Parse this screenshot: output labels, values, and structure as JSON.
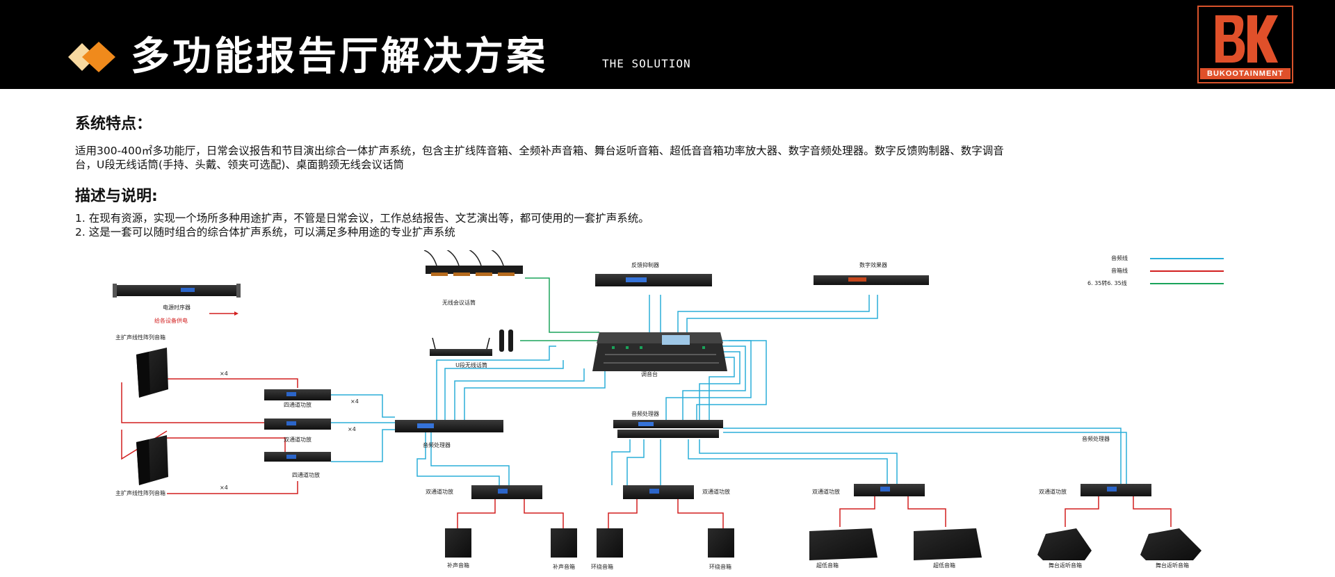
{
  "header": {
    "title": "多功能报告厅解决方案",
    "subtitle": "THE SOLUTION",
    "logo_text": "BUKOOTAINMENT",
    "logo_mark": "BK"
  },
  "section1": {
    "heading": "系统特点：",
    "body_line1": "适用300-400㎡多功能厅，日常会议报告和节目演出综合一体扩声系统，包含主扩线阵音箱、全频补声音箱、舞台返听音箱、超低音音箱功率放大器、数字音频处理器。数字反馈购制器、数字调音",
    "body_line2": "台，U段无线话筒(手持、头戴、领夹可选配)、桌面鹅颈无线会议话筒"
  },
  "section2": {
    "heading": "描述与说明:",
    "item1": "1. 在现有资源，实现一个场所多种用途扩声，不管是日常会议，工作总结报告、文艺演出等，都可使用的一套扩声系统。",
    "item2": "2. 这是一套可以随时组合的综合体扩声系统，可以满足多种用途的专业扩声系统"
  },
  "legend": {
    "items": [
      {
        "label": "音频线",
        "color": "#2aaed9"
      },
      {
        "label": "音箱线",
        "color": "#d21f1f"
      },
      {
        "label": "6. 35转6. 35线",
        "color": "#1aa35a"
      }
    ]
  },
  "diagram": {
    "power_sequencer": "电源时序器",
    "power_note": "给各设备供电",
    "main_speaker_top": "主扩声线性阵列音箱",
    "main_speaker_bottom": "主扩声线性阵列音箱",
    "amp_4ch_top": "四通道功放",
    "amp_2ch_mid": "双通道功放",
    "amp_4ch_bottom": "四通道功放",
    "processor_left": "音频处理器",
    "wireless_conf_mic": "无线会议话筒",
    "uhf_mic": "U段无线话筒",
    "feedback_suppressor": "反馈抑制器",
    "effects_unit": "数字效果器",
    "mixer": "调音台",
    "processor_center": "音频处理器",
    "processor_right": "音频处理器",
    "amp_b1": "双通道功放",
    "amp_b2": "双通道功放",
    "amp_b3": "双通道功放",
    "amp_b4": "双通道功放",
    "spk_fill_1": "补声音箱",
    "spk_fill_2": "补声音箱",
    "spk_surround_1": "环绕音箱",
    "spk_surround_2": "环绕音箱",
    "spk_sub_1": "超低音箱",
    "spk_sub_2": "超低音箱",
    "spk_monitor_1": "舞台返听音箱",
    "spk_monitor_2": "舞台返听音箱",
    "x4_a": "×4",
    "x4_b": "×4",
    "x4_c": "×4",
    "x4_d": "×4"
  },
  "colors": {
    "audio": "#2aaed9",
    "speaker": "#d21f1f",
    "jack": "#1aa35a",
    "header_bg": "#000000",
    "logo": "#e0502a",
    "title_icon": "#f08a1c"
  },
  "icons": [
    "diamond-title-icon",
    "bk-logo"
  ]
}
